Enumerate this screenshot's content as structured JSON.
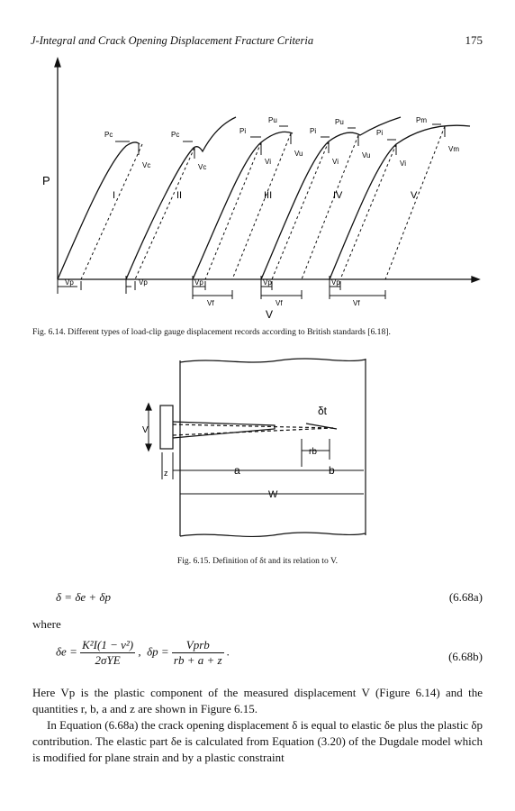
{
  "header": {
    "title": "J-Integral and Crack Opening Displacement Fracture Criteria",
    "page_number": "175"
  },
  "figure_6_14": {
    "y_axis_label": "P",
    "x_axis_label": "V",
    "types": [
      "I",
      "II",
      "III",
      "IV",
      "V"
    ],
    "load_labels": [
      "Pc",
      "Pc",
      "Pi",
      "Pu",
      "Pi",
      "Pu",
      "Pi",
      "Pm"
    ],
    "disp_labels": [
      "Vc",
      "Vc",
      "Vi",
      "Vu",
      "Vi",
      "Vu",
      "Vi",
      "Vm"
    ],
    "plastic_labels": [
      "Vp",
      "Vp",
      "Vp",
      "Vp",
      "Vp"
    ],
    "total_labels": [
      "Vf",
      "Vf",
      "Vf"
    ],
    "caption": "Fig. 6.14. Different types of load-clip gauge displacement records according to British standards [6.18]."
  },
  "figure_6_15": {
    "labels": {
      "delta_t": "δt",
      "v": "V",
      "z": "z",
      "rb": "rb",
      "a": "a",
      "b": "b",
      "w": "W"
    },
    "caption": "Fig. 6.15. Definition of δt and its relation to V."
  },
  "equations": {
    "eq1": {
      "lhs": "δ = δe + δp",
      "number": "(6.68a)"
    },
    "where": "where",
    "eq2": {
      "delta_e": "δe =",
      "num1": "K²I(1 − ν²)",
      "den1": "2σYE",
      "sep": ",",
      "delta_p": "δp =",
      "num2": "Vprb",
      "den2": "rb + a + z",
      "end": ".",
      "number": "(6.68b)"
    }
  },
  "body": {
    "paragraph1": "Here Vp is the plastic component of the measured displacement V (Figure 6.14) and the quantities r, b, a and z are shown in Figure 6.15.",
    "paragraph2": "In Equation (6.68a) the crack opening displacement δ is equal to elastic δe plus the plastic δp contribution. The elastic part δe is calculated from Equation (3.20) of the Dugdale model which is modified for plane strain and by a plastic constraint"
  }
}
